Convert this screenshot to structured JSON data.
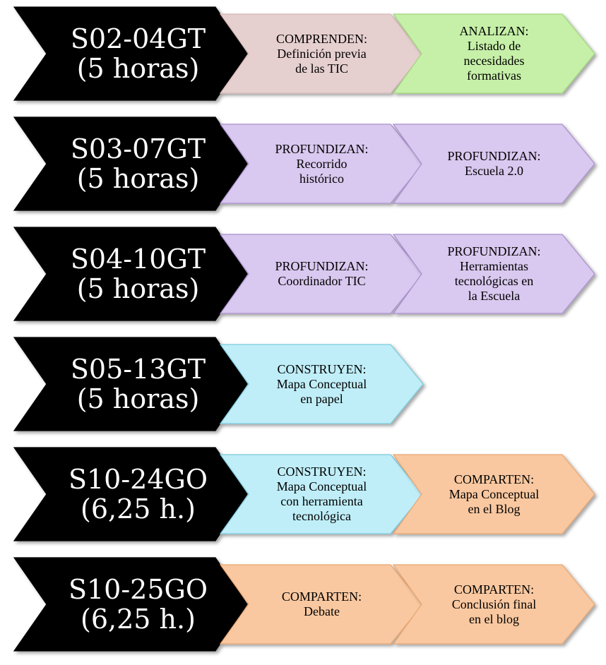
{
  "colors": {
    "head": "#000000",
    "pink": "#e6cfcf",
    "green": "#c6f0a8",
    "purple": "#d9c8ef",
    "cyan": "#bfeef8",
    "orange": "#f9c8a0"
  },
  "rows": [
    {
      "code": "S02-04GT",
      "hours": "(5 horas)",
      "steps": [
        {
          "color": "pink",
          "lines": [
            "COMPRENDEN:",
            "Definición previa",
            "de las TIC"
          ]
        },
        {
          "color": "green",
          "lines": [
            "ANALIZAN:",
            "Listado de",
            "necesidades",
            "formativas"
          ]
        }
      ]
    },
    {
      "code": "S03-07GT",
      "hours": "(5 horas)",
      "steps": [
        {
          "color": "purple",
          "lines": [
            "PROFUNDIZAN:",
            "Recorrido",
            "histórico"
          ]
        },
        {
          "color": "purple",
          "lines": [
            "PROFUNDIZAN:",
            "Escuela 2.0"
          ]
        }
      ]
    },
    {
      "code": "S04-10GT",
      "hours": "(5 horas)",
      "steps": [
        {
          "color": "purple",
          "lines": [
            "PROFUNDIZAN:",
            "Coordinador TIC"
          ]
        },
        {
          "color": "purple",
          "lines": [
            "PROFUNDIZAN:",
            "Herramientas",
            "tecnológicas en",
            "la Escuela"
          ]
        }
      ]
    },
    {
      "code": "S05-13GT",
      "hours": "(5 horas)",
      "steps": [
        {
          "color": "cyan",
          "lines": [
            "CONSTRUYEN:",
            "Mapa Conceptual",
            "en papel"
          ]
        }
      ]
    },
    {
      "code": "S10-24GO",
      "hours": "(6,25 h.)",
      "steps": [
        {
          "color": "cyan",
          "lines": [
            "CONSTRUYEN:",
            "Mapa Conceptual",
            "con herramienta",
            "tecnológica"
          ]
        },
        {
          "color": "orange",
          "lines": [
            "COMPARTEN:",
            "Mapa Conceptual",
            "en el Blog"
          ]
        }
      ]
    },
    {
      "code": "S10-25GO",
      "hours": "(6,25 h.)",
      "steps": [
        {
          "color": "orange",
          "lines": [
            "COMPARTEN:",
            "Debate"
          ]
        },
        {
          "color": "orange",
          "lines": [
            "COMPARTEN:",
            "Conclusión final",
            "en el blog"
          ]
        }
      ]
    }
  ]
}
